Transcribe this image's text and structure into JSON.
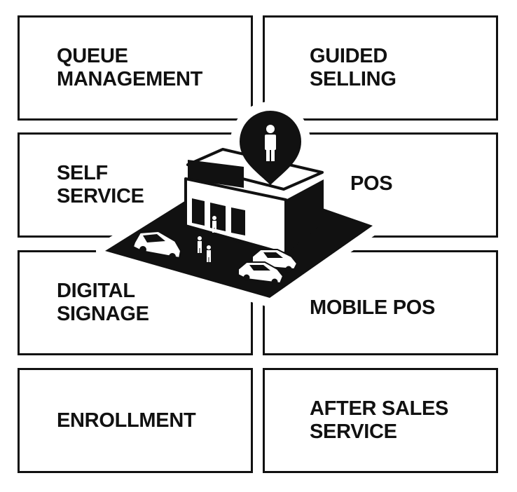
{
  "tiles": {
    "queue_management": "QUEUE\nMANAGEMENT",
    "guided_selling": "GUIDED\nSELLING",
    "self_service": "SELF\nSERVICE",
    "pos": "POS",
    "digital_signage": "DIGITAL\nSIGNAGE",
    "mobile_pos": "MOBILE POS",
    "enrollment": "ENROLLMENT",
    "after_sales_service": "AFTER SALES\nSERVICE"
  },
  "colors": {
    "ink": "#111111",
    "background": "#ffffff"
  },
  "icons": [
    "store-icon",
    "location-pin-icon",
    "person-icon",
    "car-icon"
  ]
}
